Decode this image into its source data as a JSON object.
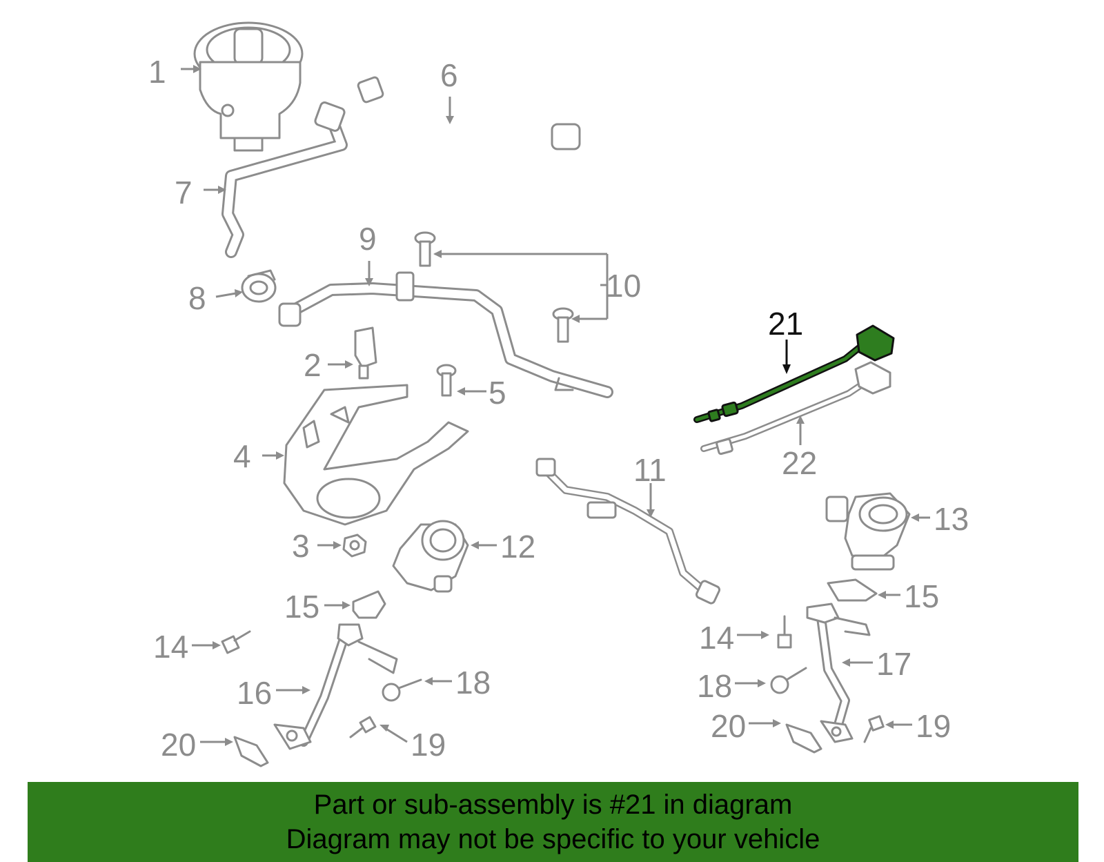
{
  "callouts": [
    {
      "id": "c1",
      "label": "1"
    },
    {
      "id": "c2",
      "label": "2"
    },
    {
      "id": "c3",
      "label": "3"
    },
    {
      "id": "c4",
      "label": "4"
    },
    {
      "id": "c5",
      "label": "5"
    },
    {
      "id": "c6",
      "label": "6"
    },
    {
      "id": "c7",
      "label": "7"
    },
    {
      "id": "c8",
      "label": "8"
    },
    {
      "id": "c9",
      "label": "9"
    },
    {
      "id": "c10",
      "label": "10"
    },
    {
      "id": "c11",
      "label": "11"
    },
    {
      "id": "c12",
      "label": "12"
    },
    {
      "id": "c13",
      "label": "13"
    },
    {
      "id": "c14a",
      "label": "14"
    },
    {
      "id": "c14b",
      "label": "14"
    },
    {
      "id": "c15a",
      "label": "15"
    },
    {
      "id": "c15b",
      "label": "15"
    },
    {
      "id": "c16",
      "label": "16"
    },
    {
      "id": "c17",
      "label": "17"
    },
    {
      "id": "c18a",
      "label": "18"
    },
    {
      "id": "c18b",
      "label": "18"
    },
    {
      "id": "c19a",
      "label": "19"
    },
    {
      "id": "c19b",
      "label": "19"
    },
    {
      "id": "c20a",
      "label": "20"
    },
    {
      "id": "c20b",
      "label": "20"
    },
    {
      "id": "c21",
      "label": "21"
    },
    {
      "id": "c22",
      "label": "22"
    }
  ],
  "highlight": {
    "part_number": "21",
    "color": "#2e7d1f"
  },
  "banner": {
    "line1": "Part or sub-assembly is #21 in diagram",
    "line2": "Diagram may not be specific to your vehicle",
    "background": "#2f7d1c"
  }
}
